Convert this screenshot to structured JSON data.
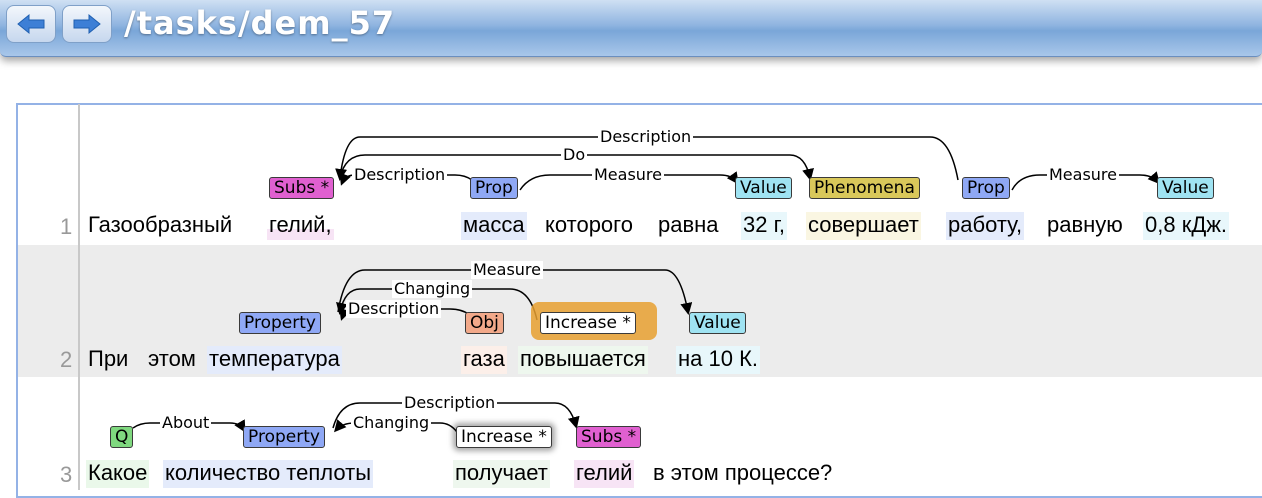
{
  "header": {
    "title": "/tasks/dem_57",
    "back_icon": "arrow-left-icon",
    "forward_icon": "arrow-right-icon"
  },
  "sentences": [
    {
      "number": "1",
      "words": [
        "Газообразный",
        "гелий,",
        "масса",
        "которого",
        "равна",
        "32 г,",
        "совершает",
        "работу,",
        "равную",
        "0,8 кДж."
      ],
      "labels": [
        "Subs *",
        "Prop",
        "Value",
        "Phenomena",
        "Prop",
        "Value"
      ],
      "arcs": [
        "Description",
        "Do",
        "Description",
        "Measure",
        "Measure"
      ]
    },
    {
      "number": "2",
      "words": [
        "При",
        "этом",
        "температура",
        "газа",
        "повышается",
        "на 10 К."
      ],
      "labels": [
        "Property",
        "Obj",
        "Increase *",
        "Value"
      ],
      "arcs": [
        "Measure",
        "Changing",
        "Description"
      ]
    },
    {
      "number": "3",
      "words": [
        "Какое",
        "количество теплоты",
        "получает",
        "гелий",
        "в этом процессе?"
      ],
      "labels": [
        "Q",
        "Property",
        "Increase *",
        "Subs *"
      ],
      "arcs": [
        "Description",
        "About",
        "Changing"
      ]
    }
  ],
  "colors": {
    "subs": "#e060d0",
    "prop": "#8fa8f5",
    "value": "#9fe3f2",
    "phenomena": "#d9c85a",
    "obj": "#f2a98a",
    "increase": "#ffffff",
    "q": "#7fd87f",
    "selection": "#e8a030"
  }
}
